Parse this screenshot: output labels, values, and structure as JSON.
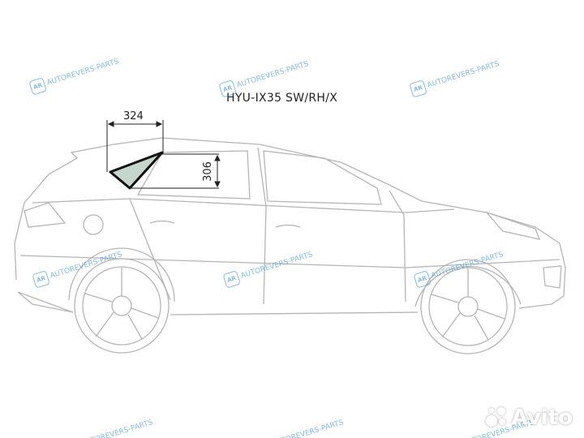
{
  "title": "HYU-IX35 SW/RH/X",
  "dimensions": {
    "width": "324",
    "height": "306"
  },
  "watermark": {
    "text": "AUTOREVERS-PARTS",
    "logo": "AR"
  },
  "marketplace": {
    "name": "Avito"
  },
  "colors": {
    "glass": "#c5d6cc",
    "outline": "#b8b8b8",
    "watermark": "#5aa6d6"
  }
}
